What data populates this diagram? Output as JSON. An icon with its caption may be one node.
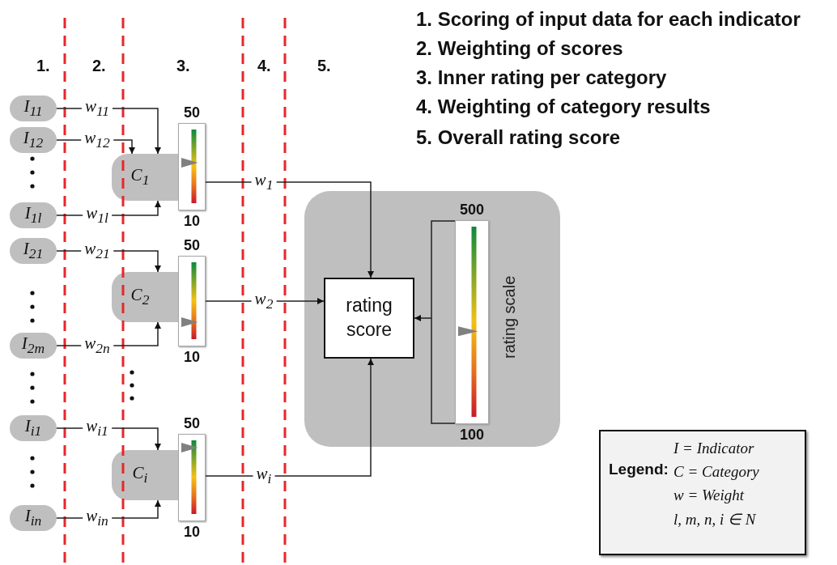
{
  "diagram": {
    "nodes": [
      {
        "text": [
          "I$_{11}$"
        ]
      },
      {
        "text": [
          "I$_{12}$"
        ]
      },
      {
        "text": [
          "I$_{1l}$"
        ]
      },
      {
        "text": [
          "C$_{1}$"
        ]
      },
      {
        "text": [],
        "shape": "bar",
        "beside": [
          "50",
          "10"
        ]
      },
      {
        "text": [
          "I$_{21}$"
        ]
      },
      {
        "text": [
          "I$_{2m}$"
        ]
      },
      {
        "text": [
          "C$_{2}$"
        ]
      },
      {
        "text": [],
        "shape": "bar",
        "beside": [
          "50",
          "10"
        ]
      },
      {
        "text": [
          "I$_{i1}$"
        ]
      },
      {
        "text": [
          "I$_{in}$"
        ]
      },
      {
        "text": [
          "C$_{i}$"
        ]
      },
      {
        "text": [],
        "shape": "bar",
        "beside": [
          "50",
          "10"
        ]
      },
      {
        "text": [],
        "shape": "box"
      },
      {
        "text": [
          "rating score"
        ],
        "in": 13
      },
      {
        "text": [
          "rating scale"
        ],
        "beside": [
          "500",
          "100"
        ],
        "in": 13
      },
      {
        "text": [
          "Legend:",
          "I = Indicator",
          "C = Category",
          "w = Weight",
          "l, m, n, i ∈ N"
        ]
      }
    ],
    "edges": [
      {
        "from": 0,
        "to": 3,
        "arrow": "to",
        "label": "w$_{11}$"
      },
      {
        "from": 1,
        "to": 3,
        "arrow": "to",
        "label": "w$_{12}$"
      },
      {
        "from": 2,
        "to": 3,
        "arrow": "to",
        "label": "w$_{1l}$"
      },
      {
        "from": 5,
        "to": 7,
        "arrow": "to",
        "label": "w$_{21}$"
      },
      {
        "from": 6,
        "to": 7,
        "arrow": "to",
        "label": "w$_{2n}$"
      },
      {
        "from": 9,
        "to": 11,
        "arrow": "to",
        "label": "w$_{i1}$"
      },
      {
        "from": 10,
        "to": 11,
        "arrow": "to",
        "label": "w$_{in}$"
      },
      {
        "from": 4,
        "to": 14,
        "arrow": "to",
        "label": "w$_{1}$"
      },
      {
        "from": 8,
        "to": 14,
        "arrow": "to",
        "label": "w$_{2}$"
      },
      {
        "from": 12,
        "to": 14,
        "arrow": "to",
        "label": "w$_{i}$"
      },
      {
        "from": 15,
        "to": 14,
        "arrow": "to"
      }
    ],
    "labels": [
      "1. Scoring of input data for each indicator",
      "2. Weighting of scores",
      "3. Inner rating per category",
      "4. Weighting of category results",
      "5. Overall rating score",
      "1.",
      "2.",
      "3.",
      "4.",
      "5."
    ]
  }
}
